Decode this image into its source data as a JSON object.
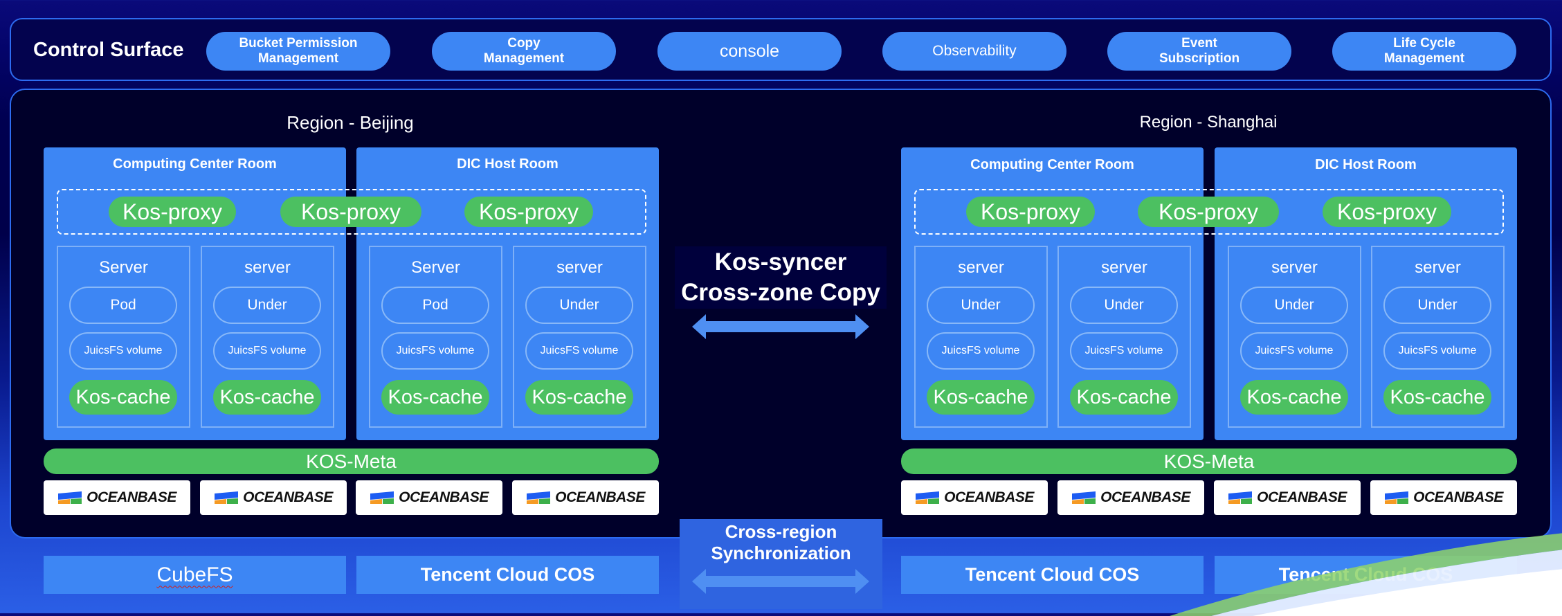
{
  "control_surface": {
    "title": "Control Surface",
    "items": [
      "Bucket Permission\nManagement",
      "Copy\nManagement",
      "console",
      "Observability",
      "Event\nSubscription",
      "Life Cycle\nManagement"
    ]
  },
  "regions": {
    "beijing": {
      "title": "Region - Beijing",
      "rooms": [
        "Computing Center Room",
        "DIC Host Room"
      ],
      "proxies": [
        "Kos-proxy",
        "Kos-proxy",
        "Kos-proxy"
      ],
      "servers": [
        {
          "title": "Server",
          "pod": "Pod",
          "volume": "JuicsFS volume",
          "cache": "Kos-cache"
        },
        {
          "title": "server",
          "pod": "Under",
          "volume": "JuicsFS volume",
          "cache": "Kos-cache"
        },
        {
          "title": "Server",
          "pod": "Pod",
          "volume": "JuicsFS volume",
          "cache": "Kos-cache"
        },
        {
          "title": "server",
          "pod": "Under",
          "volume": "JuicsFS volume",
          "cache": "Kos-cache"
        }
      ],
      "meta": "KOS-Meta",
      "databases": [
        "OCEANBASE",
        "OCEANBASE",
        "OCEANBASE",
        "OCEANBASE"
      ],
      "storage": [
        "CubeFS",
        "Tencent Cloud COS"
      ]
    },
    "shanghai": {
      "title": "Region - Shanghai",
      "rooms": [
        "Computing Center Room",
        "DIC Host Room"
      ],
      "proxies": [
        "Kos-proxy",
        "Kos-proxy",
        "Kos-proxy"
      ],
      "servers": [
        {
          "title": "server",
          "pod": "Under",
          "volume": "JuicsFS volume",
          "cache": "Kos-cache"
        },
        {
          "title": "server",
          "pod": "Under",
          "volume": "JuicsFS volume",
          "cache": "Kos-cache"
        },
        {
          "title": "server",
          "pod": "Under",
          "volume": "JuicsFS volume",
          "cache": "Kos-cache"
        },
        {
          "title": "server",
          "pod": "Under",
          "volume": "JuicsFS volume",
          "cache": "Kos-cache"
        }
      ],
      "meta": "KOS-Meta",
      "databases": [
        "OCEANBASE",
        "OCEANBASE",
        "OCEANBASE",
        "OCEANBASE"
      ],
      "storage": [
        "Tencent Cloud COS",
        "Tencent Cloud COS"
      ]
    }
  },
  "center": {
    "syncer": "Kos-syncer\nCross-zone Copy",
    "cross_region": "Cross-region\nSynchronization"
  },
  "colors": {
    "box_blue": "#3d86f4",
    "green": "#4cc061",
    "border_blue": "#2d6bf0",
    "ob_logo_blue": "#1d5cf2",
    "ob_logo_orange": "#f59a23",
    "ob_logo_green": "#3db04a"
  },
  "icons": [
    "oceanbase-logo-icon",
    "double-arrow-icon"
  ]
}
